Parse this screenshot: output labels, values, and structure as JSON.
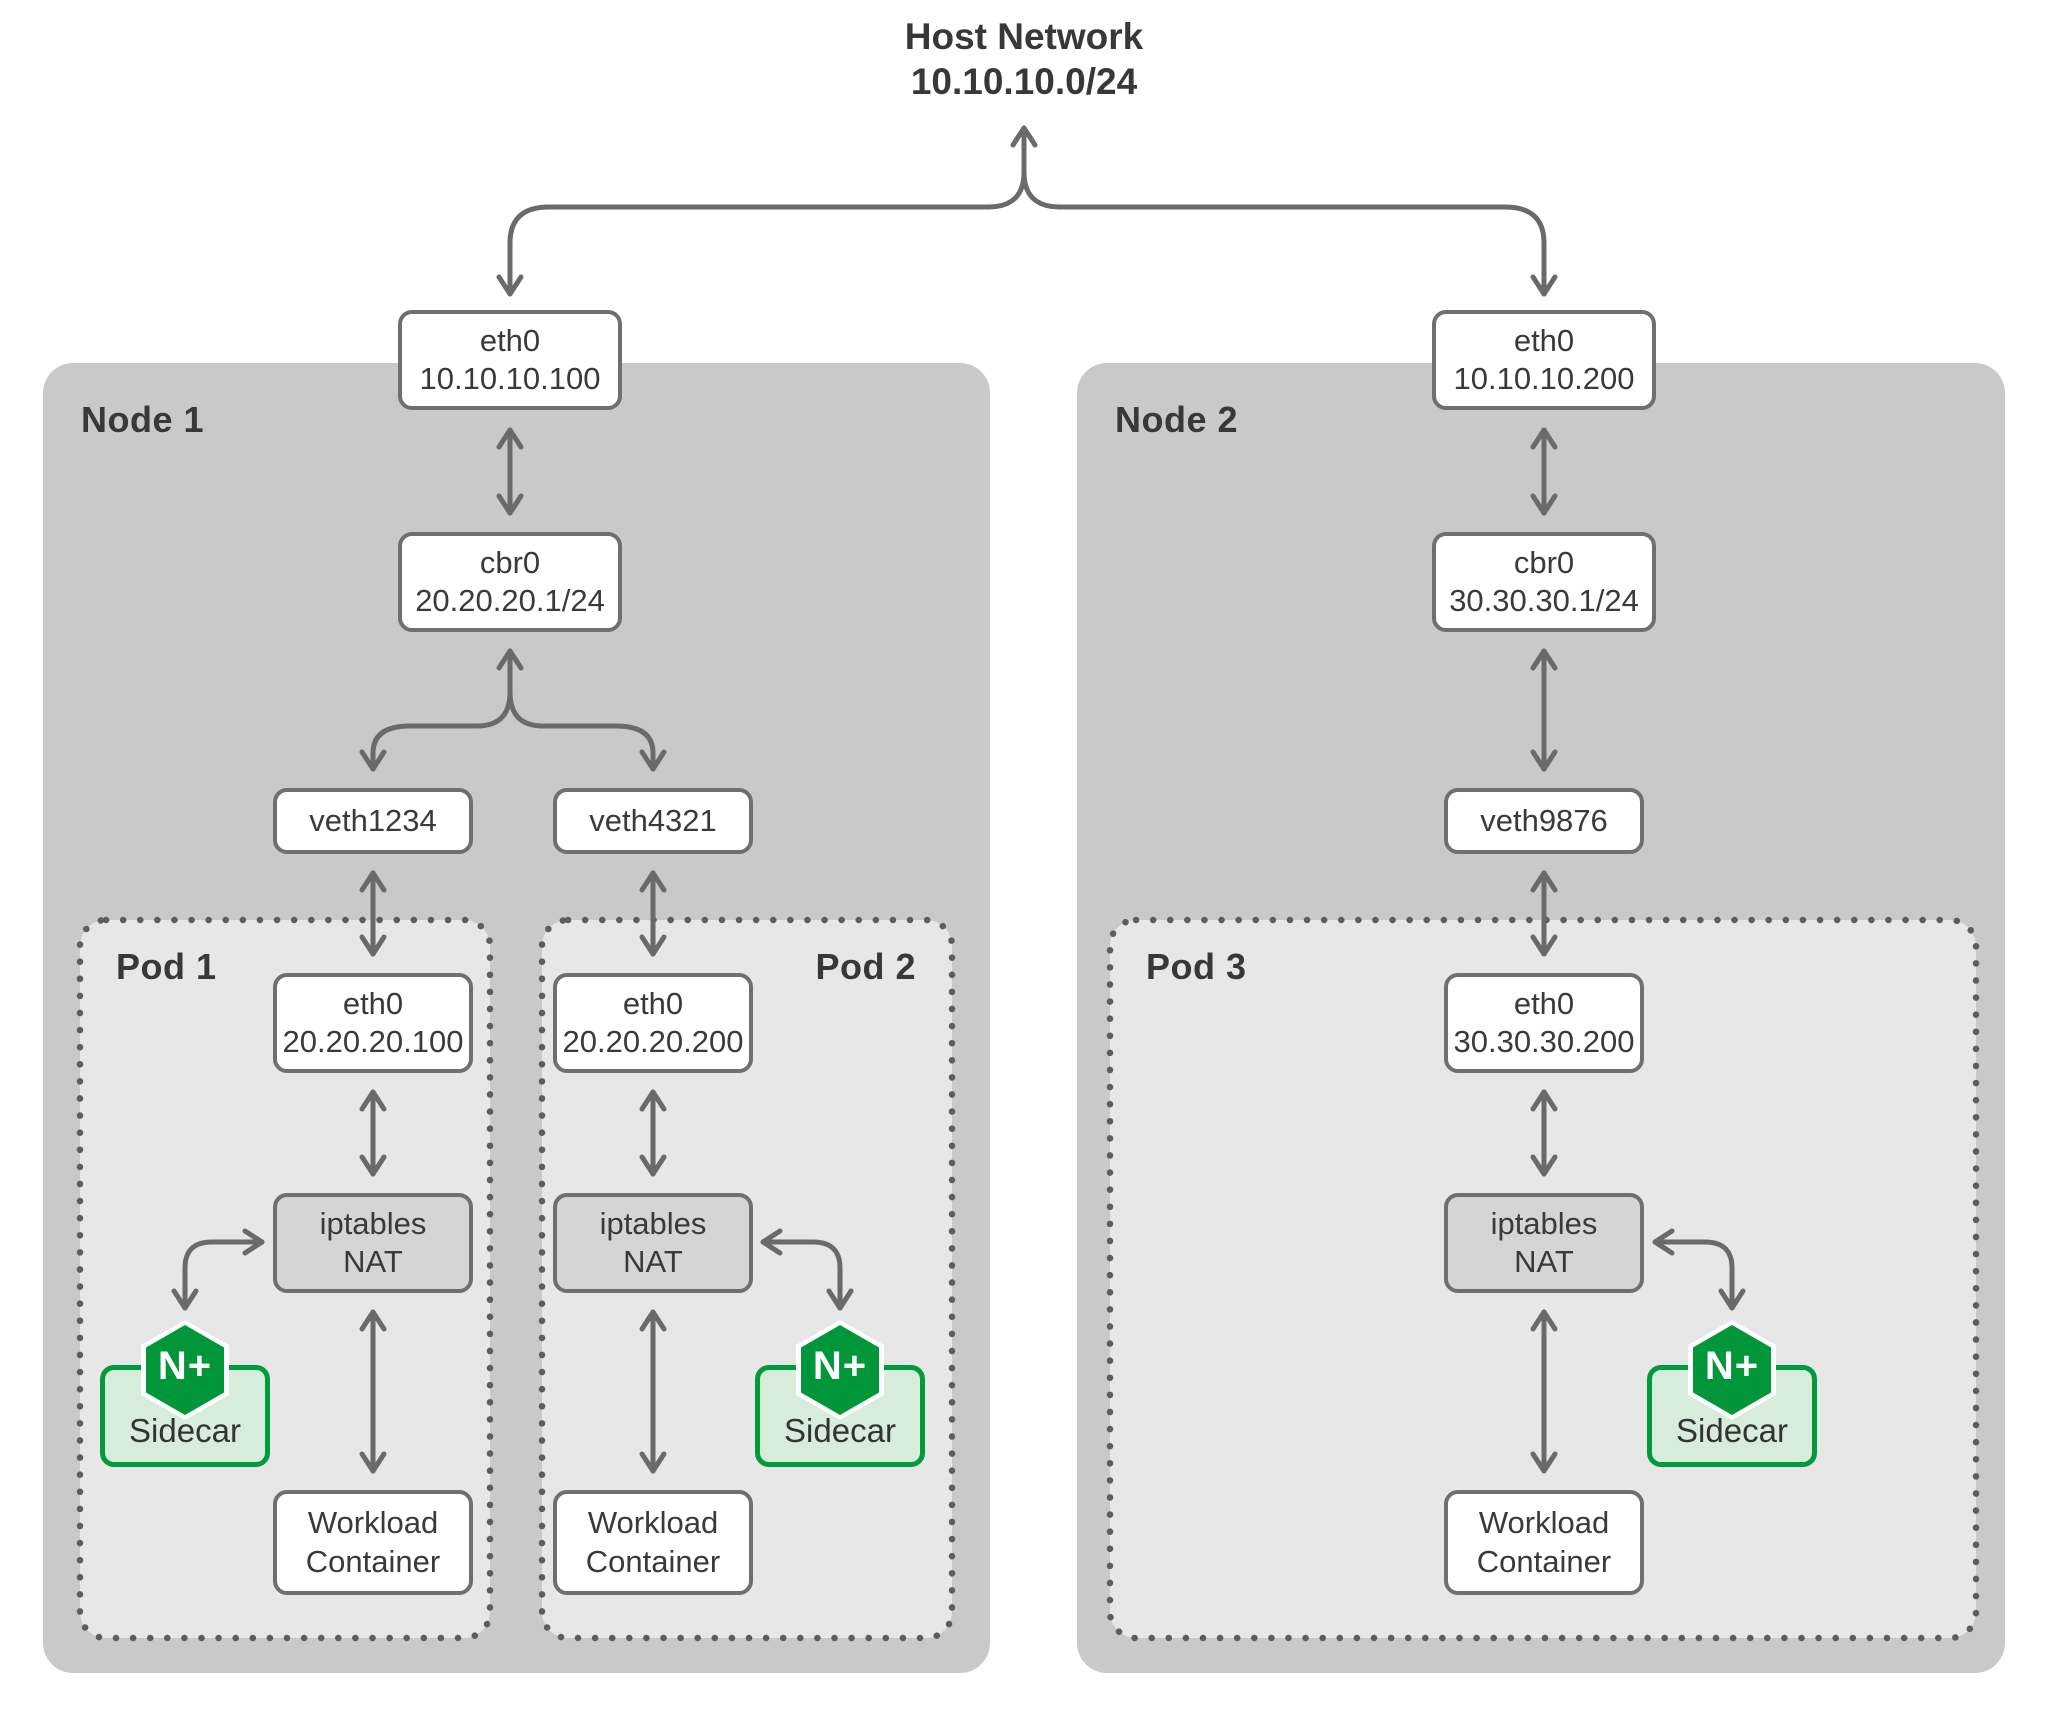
{
  "title": {
    "name": "Host Network",
    "cidr": "10.10.10.0/24"
  },
  "colors": {
    "node_fill": "#c9c9c9",
    "pod_fill": "#e7e7e7",
    "nat_fill": "#d5d5d5",
    "box_border": "#6f6f6f",
    "arrow": "#6a6a6a",
    "dot": "#5d5d5d",
    "text": "#3a3a3a",
    "heading": "#383838",
    "nginx_green": "#009639",
    "sidecar_border": "#009b3c",
    "sidecar_fill": "#d7ecda",
    "white": "#ffffff"
  },
  "nodes": [
    {
      "label": "Node 1",
      "eth0": {
        "name": "eth0",
        "ip": "10.10.10.100"
      },
      "bridge": {
        "name": "cbr0",
        "cidr": "20.20.20.1/24"
      },
      "veths": [
        {
          "name": "veth1234"
        },
        {
          "name": "veth4321"
        }
      ]
    },
    {
      "label": "Node 2",
      "eth0": {
        "name": "eth0",
        "ip": "10.10.10.200"
      },
      "bridge": {
        "name": "cbr0",
        "cidr": "30.30.30.1/24"
      },
      "veths": [
        {
          "name": "veth9876"
        }
      ]
    }
  ],
  "pods": [
    {
      "label": "Pod 1",
      "eth0": {
        "name": "eth0",
        "ip": "20.20.20.100"
      },
      "nat": {
        "line1": "iptables",
        "line2": "NAT"
      },
      "sidecar": {
        "label": "Sidecar",
        "badge": "N+"
      },
      "workload": {
        "line1": "Workload",
        "line2": "Container"
      }
    },
    {
      "label": "Pod 2",
      "eth0": {
        "name": "eth0",
        "ip": "20.20.20.200"
      },
      "nat": {
        "line1": "iptables",
        "line2": "NAT"
      },
      "sidecar": {
        "label": "Sidecar",
        "badge": "N+"
      },
      "workload": {
        "line1": "Workload",
        "line2": "Container"
      }
    },
    {
      "label": "Pod 3",
      "eth0": {
        "name": "eth0",
        "ip": "30.30.30.200"
      },
      "nat": {
        "line1": "iptables",
        "line2": "NAT"
      },
      "sidecar": {
        "label": "Sidecar",
        "badge": "N+"
      },
      "workload": {
        "line1": "Workload",
        "line2": "Container"
      }
    }
  ]
}
